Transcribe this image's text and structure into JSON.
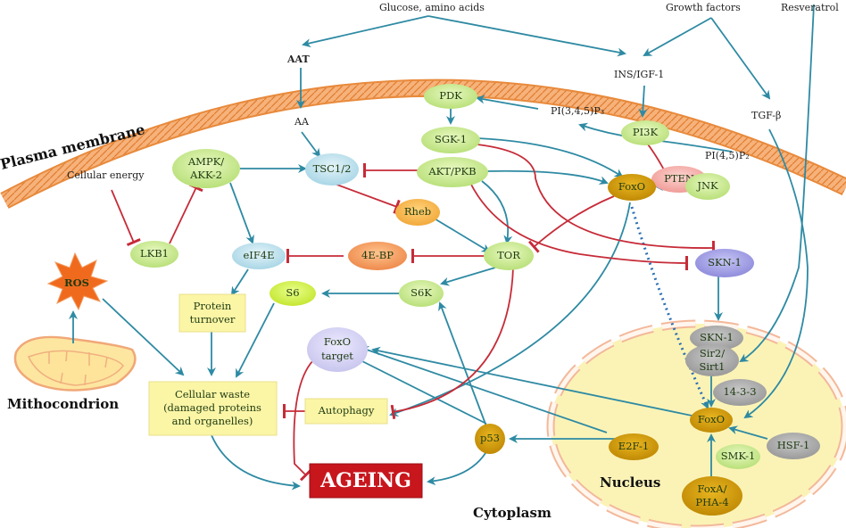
{
  "title": "Signalling pathways regulating ageing",
  "compartments": {
    "plasma_membrane": "Plasma membrane",
    "mitochondrion": "Mithocondrion",
    "cytoplasm": "Cytoplasm",
    "nucleus": "Nucleus"
  },
  "inputs": {
    "nutrients": "Glucose, amino acids",
    "growth_factors": "Growth factors",
    "resveratrol": "Resveratrol",
    "cellular_energy": "Cellular energy"
  },
  "labels": {
    "aat": "AAT",
    "aa": "AA",
    "ins_igf": "INS/IGF-1",
    "tgf": "TGF-β",
    "pip3": "PI(3,4,5)P₃",
    "pip2": "PI(4,5)P₂"
  },
  "nodes": {
    "pdk": "PDK",
    "sgk1": "SGK-1",
    "akt": "AKT/PKB",
    "pi3k": "PI3K",
    "pten": "PTEN",
    "ampk_1": "AMPK/",
    "ampk_2": "AKK-2",
    "tsc": "TSC1/2",
    "rheb": "Rheb",
    "tor": "TOR",
    "foxo": "FoxO",
    "jnk": "JNK",
    "skn1": "SKN-1",
    "lkb1": "LKB1",
    "eif4e": "eIF4E",
    "ebp": "4E-BP",
    "s6": "S6",
    "s6k": "S6K",
    "ros": "ROS",
    "foxo_target_1": "FoxO",
    "foxo_target_2": "target",
    "protein_turnover_1": "Protein",
    "protein_turnover_2": "turnover",
    "cellular_waste_1": "Cellular waste",
    "cellular_waste_2": "(damaged proteins",
    "cellular_waste_3": "and organelles)",
    "autophagy": "Autophagy",
    "ageing": "AGEING",
    "p53": "p53",
    "e2f1": "E2F-1",
    "skn1_nuc": "SKN-1",
    "sirt_1": "Sir2/",
    "sirt_2": "Sirt1",
    "fourteen33": "14-3-3",
    "foxo_nuc": "FoxO",
    "hsf1": "HSF-1",
    "smk1": "SMK-1",
    "foxa_1": "FoxA/",
    "foxa_2": "PHA-4"
  },
  "colors": {
    "activation": "#2e8aa3",
    "inhibition": "#c62b38",
    "membrane": "#f2a35c",
    "nucleus_fill": "#fbf3b6",
    "green_node": "#cdeb96",
    "blue_node": "#c3e3ee",
    "orange_node": "#f4a06a",
    "foxo": "#d9a20a",
    "grey_node": "#a7a7a7",
    "purple_node": "#a9a7e6",
    "pink_node": "#f6b3b0",
    "yellow_box": "#fbf5a6",
    "ageing_red": "#c8161d"
  }
}
